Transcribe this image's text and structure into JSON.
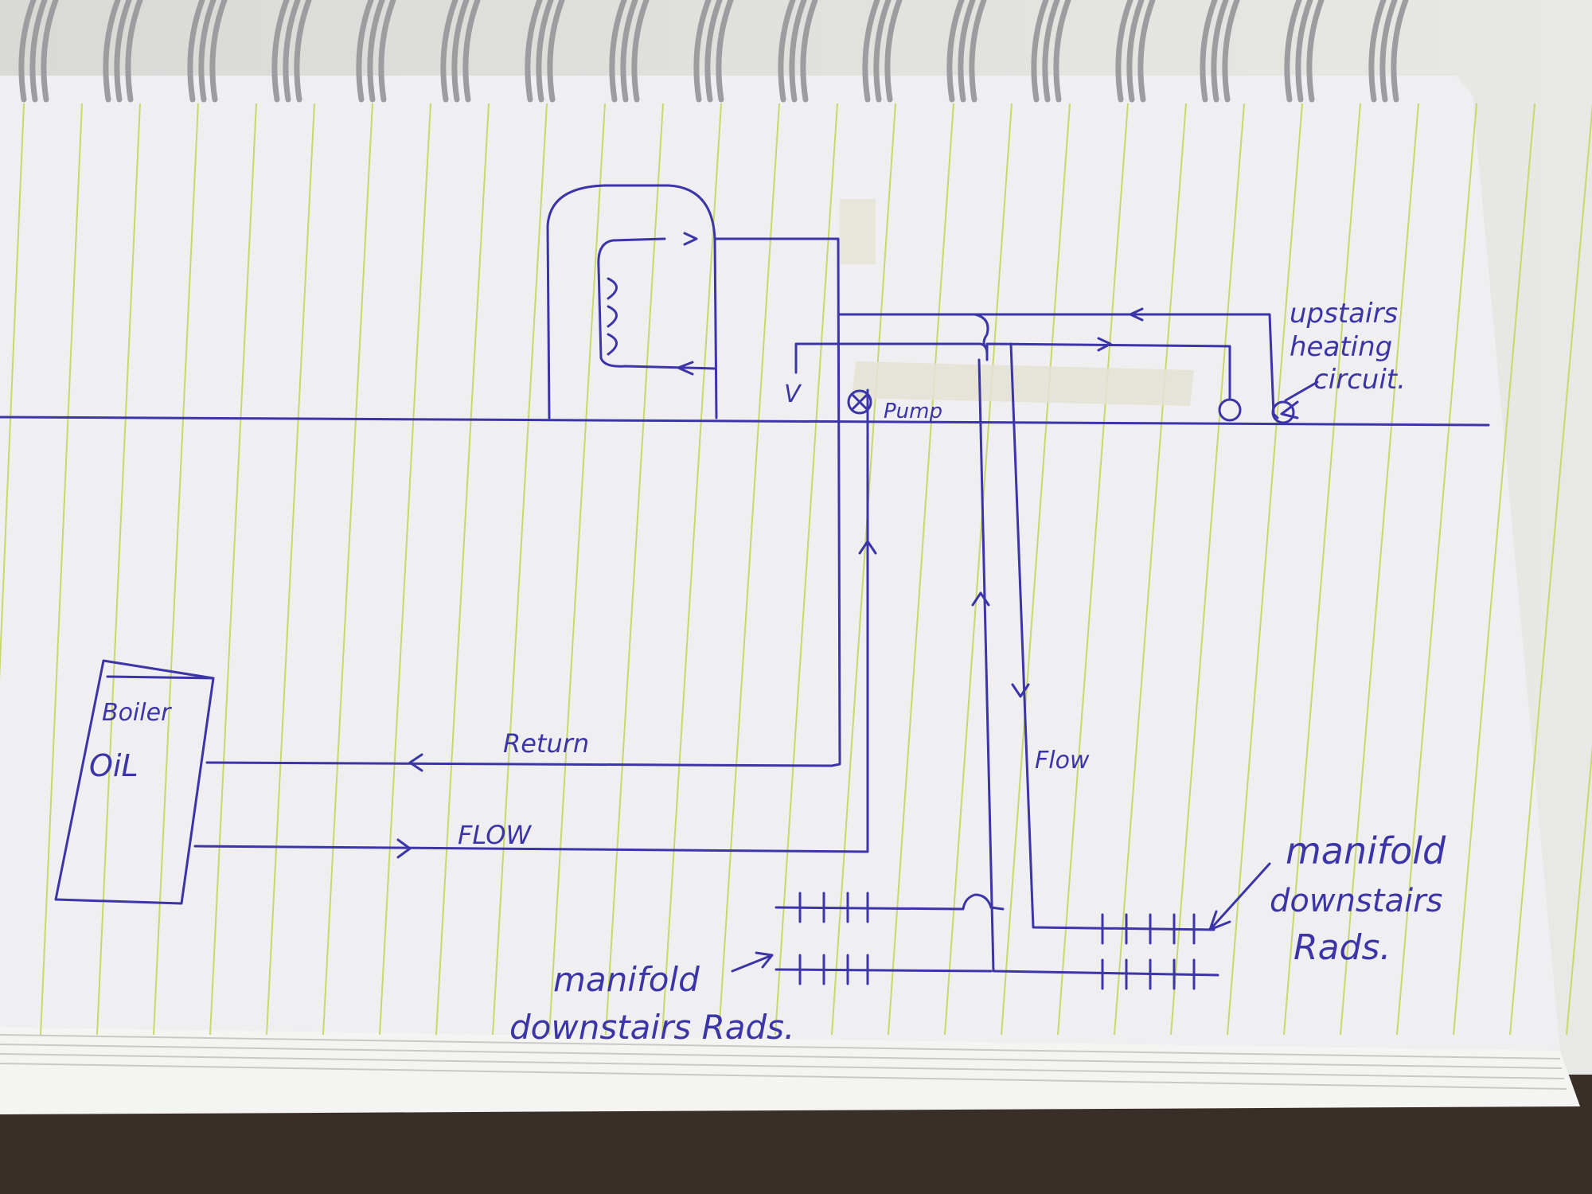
{
  "ink_color": "#3b35a8",
  "paper_color": "#efeff2",
  "rule_color": "#c8d86a",
  "labels": {
    "boiler": "Boiler",
    "oil": "OiL",
    "return": "Return",
    "flow_boiler": "FLOW",
    "flow_vertical": "Flow",
    "pump": "Pump",
    "valve": "V",
    "upstairs_1": "upstairs",
    "upstairs_2": "heating",
    "upstairs_3": "circuit.",
    "manifold_right_1": "manifold",
    "manifold_right_2": "downstairs",
    "manifold_right_3": "Rads.",
    "manifold_left_1": "manifold",
    "manifold_left_2": "downstairs Rads."
  }
}
